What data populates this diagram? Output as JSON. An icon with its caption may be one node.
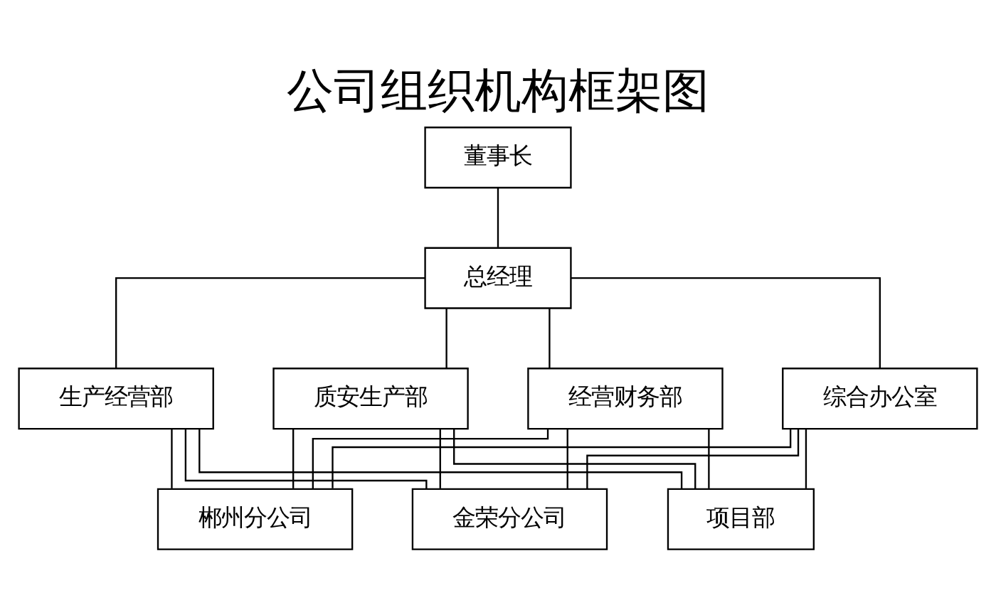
{
  "diagram": {
    "title": "公司组织机构框架图",
    "nodes": [
      {
        "text": [
          "董事长"
        ]
      },
      {
        "text": [
          "总经理"
        ]
      },
      {
        "text": [
          "生产经营部"
        ]
      },
      {
        "text": [
          "质安生产部"
        ]
      },
      {
        "text": [
          "经营财务部"
        ]
      },
      {
        "text": [
          "综合办公室"
        ]
      },
      {
        "text": [
          "郴州分公司"
        ]
      },
      {
        "text": [
          "金荣分公司"
        ]
      },
      {
        "text": [
          "项目部"
        ]
      }
    ],
    "edges": [
      {
        "from": 0,
        "to": 1,
        "arrow": "none"
      },
      {
        "from": 1,
        "to": 2,
        "arrow": "none"
      },
      {
        "from": 1,
        "to": 3,
        "arrow": "none"
      },
      {
        "from": 1,
        "to": 4,
        "arrow": "none"
      },
      {
        "from": 1,
        "to": 5,
        "arrow": "none"
      },
      {
        "from": 2,
        "to": 6,
        "arrow": "none"
      },
      {
        "from": 2,
        "to": 7,
        "arrow": "none"
      },
      {
        "from": 2,
        "to": 8,
        "arrow": "none"
      },
      {
        "from": 3,
        "to": 6,
        "arrow": "none"
      },
      {
        "from": 3,
        "to": 7,
        "arrow": "none"
      },
      {
        "from": 3,
        "to": 8,
        "arrow": "none"
      },
      {
        "from": 4,
        "to": 6,
        "arrow": "none"
      },
      {
        "from": 4,
        "to": 7,
        "arrow": "none"
      },
      {
        "from": 4,
        "to": 8,
        "arrow": "none"
      },
      {
        "from": 5,
        "to": 6,
        "arrow": "none"
      },
      {
        "from": 5,
        "to": 7,
        "arrow": "none"
      },
      {
        "from": 5,
        "to": 8,
        "arrow": "none"
      }
    ]
  }
}
